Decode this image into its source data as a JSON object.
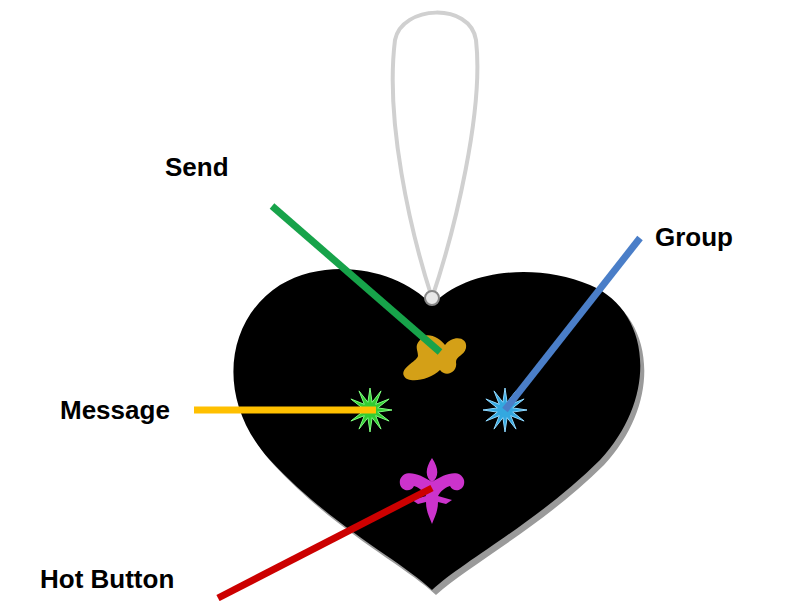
{
  "diagram": {
    "labels": [
      "Send",
      "Group",
      "Message",
      "Hot Button"
    ]
  }
}
